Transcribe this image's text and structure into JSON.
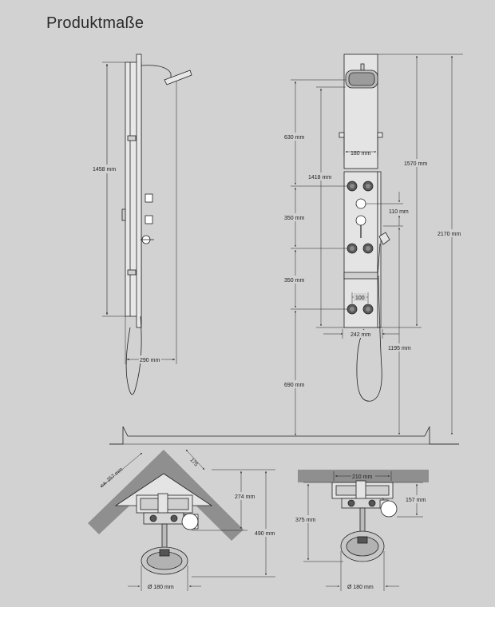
{
  "page": {
    "title": "Produktmaße"
  },
  "colors": {
    "background": "#d3d2d2",
    "line": "#222222",
    "wall": "#8f8f8f",
    "panel": "#e6e6e6"
  },
  "side_view": {
    "height_label": "1458 mm",
    "depth_label": "290 mm"
  },
  "front_view": {
    "top_to_jets_label": "630 mm",
    "bracket_width_label": "180 mm",
    "panel_height_label": "1418 mm",
    "upper_height_label": "1570 mm",
    "jet_spacing_1_label": "350 mm",
    "knob_spacing_label": "110 mm",
    "jet_spacing_2_label": "350 mm",
    "jet_pitch_label": "100",
    "overall_height_label": "2170 mm",
    "panel_width_label": "242 mm",
    "hose_height_label": "1195 mm",
    "floor_gap_label": "690 mm"
  },
  "corner_view": {
    "diagonal_label": "ca. 257 mm",
    "leg_label": "175",
    "depth_label": "274 mm",
    "total_depth_label": "490 mm",
    "head_diameter_label": "Ø 180 mm"
  },
  "wall_view": {
    "width_label": "210 mm",
    "depth_label": "157 mm",
    "total_depth_label": "375 mm",
    "head_diameter_label": "Ø 180 mm"
  }
}
